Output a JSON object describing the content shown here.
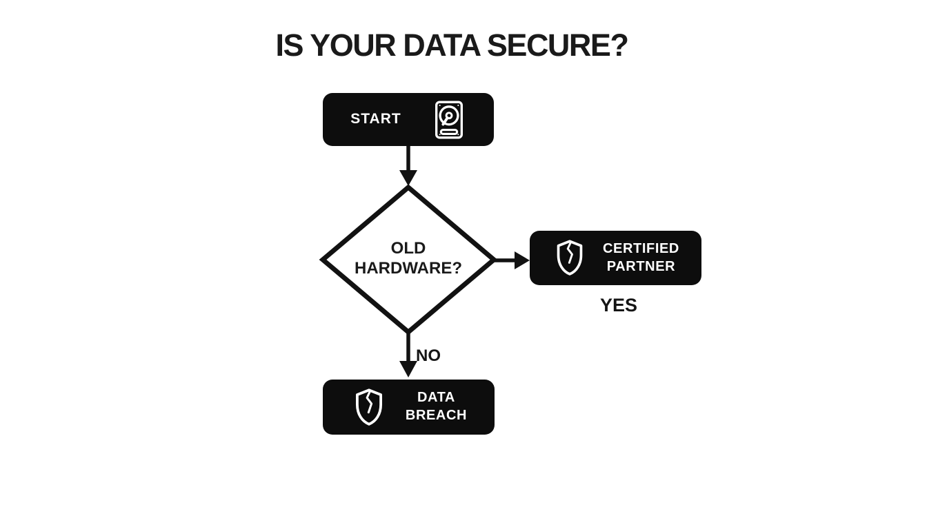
{
  "title": "IS YOUR DATA SECURE?",
  "nodes": {
    "start": {
      "label": "START",
      "icon": "hard-drive-icon"
    },
    "decision": {
      "label": "OLD\nHARDWARE?"
    },
    "certified_partner": {
      "label": "CERTIFIED\nPARTNER",
      "icon": "cracked-shield-icon"
    },
    "data_breach": {
      "label": "DATA\nBREACH",
      "icon": "cracked-shield-icon"
    }
  },
  "edges": {
    "yes_label": "YES",
    "no_label": "NO"
  },
  "colors": {
    "background": "#ffffff",
    "node_fill": "#0d0d0d",
    "node_text": "#ffffff",
    "line": "#121212",
    "text": "#1a1a1a"
  }
}
